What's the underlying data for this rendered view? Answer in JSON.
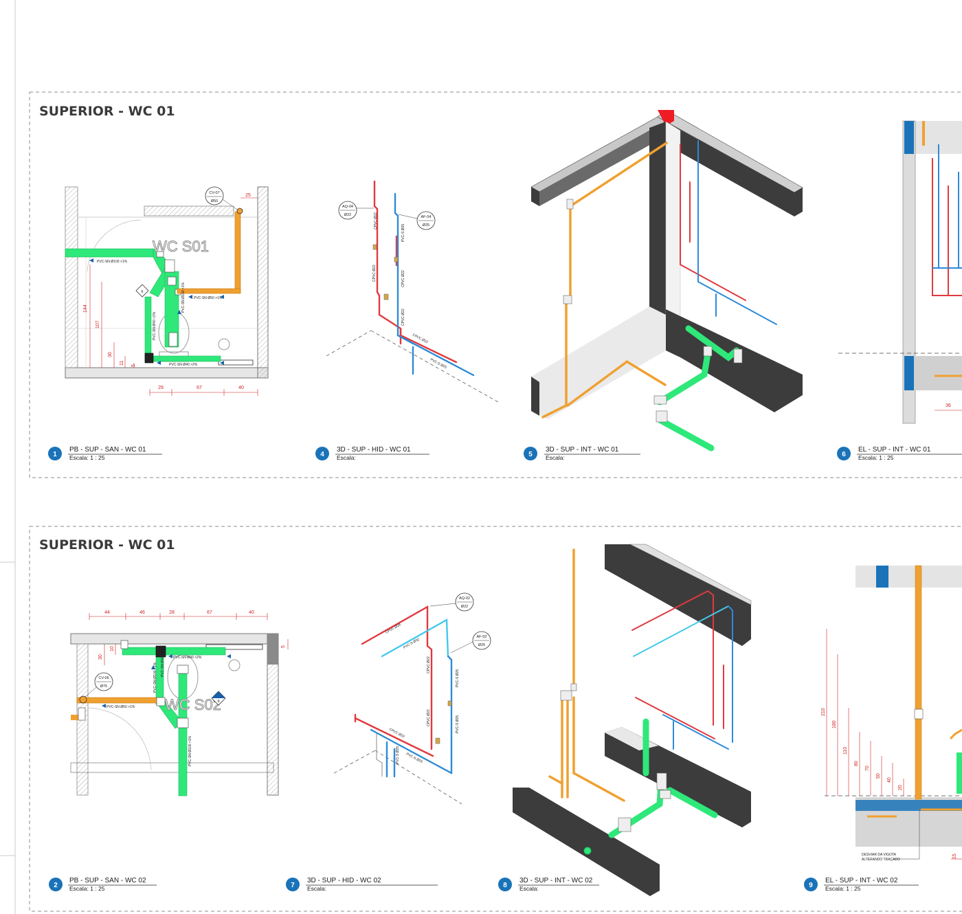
{
  "sections": [
    {
      "title": "SUPERIOR - WC 01"
    },
    {
      "title": "SUPERIOR - WC 01"
    }
  ],
  "views": [
    {
      "num": "1",
      "title": "PB - SUP - SAN - WC 01",
      "scale": "Escala:  1 : 25"
    },
    {
      "num": "4",
      "title": "3D - SUP - HID - WC 01",
      "scale": "Escala:"
    },
    {
      "num": "5",
      "title": "3D - SUP - INT - WC 01",
      "scale": "Escala:"
    },
    {
      "num": "6",
      "title": "EL - SUP - INT - WC 01",
      "scale": "Escala:  1 : 25"
    },
    {
      "num": "2",
      "title": "PB - SUP - SAN - WC 02",
      "scale": "Escala:  1 : 25"
    },
    {
      "num": "7",
      "title": "3D - SUP - HID - WC 02",
      "scale": "Escala:"
    },
    {
      "num": "8",
      "title": "3D - SUP - INT - WC 02",
      "scale": "Escala:"
    },
    {
      "num": "9",
      "title": "EL - SUP - INT - WC 02",
      "scale": "Escala:  1 : 25"
    }
  ],
  "plan1": {
    "room": "WC S01",
    "tag_cv": {
      "id": "CV-07",
      "dia": "Ø50"
    },
    "marker": "6",
    "pipes": [
      "PVC-SN Ø100 >1%",
      "PVC-SN Ø50 >1%",
      "PVC-SN Ø40 >2%",
      "PVC-SN Ø100 >1%",
      "PVC-SN Ø40 >2%"
    ],
    "dims_h": [
      "29",
      "67",
      "40",
      "25"
    ],
    "dims_v": [
      "144",
      "107",
      "30",
      "11",
      "5"
    ]
  },
  "iso4": {
    "tag_aq": {
      "id": "AQ-04",
      "dia": "Ø22"
    },
    "tag_af": {
      "id": "AF-04",
      "dia": "Ø25"
    },
    "pipes": [
      "CPVC Ø22",
      "PVC-S Ø25",
      "CPVC Ø22",
      "CPVC Ø22",
      "CPVC Ø22",
      "CPVC Ø22",
      "PVC-S Ø25"
    ]
  },
  "elev6": {
    "dim": "36"
  },
  "plan2": {
    "room": "WC S02",
    "tag_cv": {
      "id": "CV-06",
      "dia": "Ø75"
    },
    "marker": "9",
    "pipes": [
      "PVC-SN Ø50 >1%",
      "PVC-SN Ø40 >2%",
      "PVC-SN Ø100 >1%",
      "PVC-SN Ø40 >2%",
      "PVC-SN Ø100 >1%"
    ],
    "dims_h": [
      "44",
      "46",
      "28",
      "67",
      "40"
    ],
    "dims_v": [
      "30",
      "10",
      "5"
    ]
  },
  "iso7": {
    "tag_aq": {
      "id": "AQ-02",
      "dia": "Ø22"
    },
    "tag_af": {
      "id": "AF-02",
      "dia": "Ø25"
    },
    "pipes": [
      "CPVC Ø28",
      "PVC-S Ø32",
      "CPVC Ø22",
      "PVC-S Ø25",
      "CPVC Ø22",
      "PVC-S Ø25",
      "CPVC Ø22",
      "PVC-S Ø25",
      "PVC-S Ø25"
    ]
  },
  "elev9": {
    "dims": [
      "210",
      "180",
      "110",
      "80",
      "70",
      "50",
      "40",
      "20",
      "15"
    ],
    "note": [
      "DESVIAR DA VIGOTA",
      "ALTERANDO TRAÇADO"
    ]
  },
  "colors": {
    "sewer": "#2ee87a",
    "vent": "#f0a030",
    "hot": "#e0393e",
    "cold": "#2d8ad8",
    "dim": "#d21f1f",
    "badge": "#1a73b8",
    "wall_dark": "#3c3c3c"
  }
}
